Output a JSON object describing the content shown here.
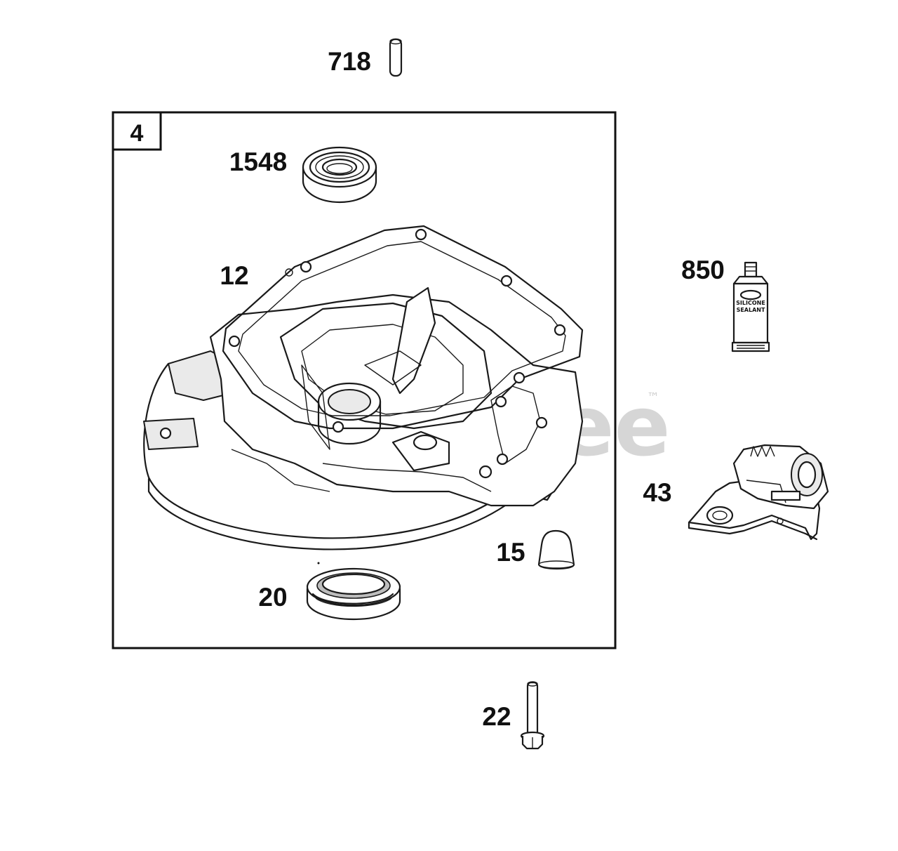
{
  "kit_box": {
    "label": "4"
  },
  "watermark": {
    "text": "PartsTree",
    "trademark": "™"
  },
  "tube_text": {
    "line1": "SILICONE",
    "line2": "SEALANT"
  },
  "callouts": {
    "p718": "718",
    "p1548": "1548",
    "p12": "12",
    "p850": "850",
    "p43": "43",
    "p15": "15",
    "p20": "20",
    "p22": "22"
  }
}
